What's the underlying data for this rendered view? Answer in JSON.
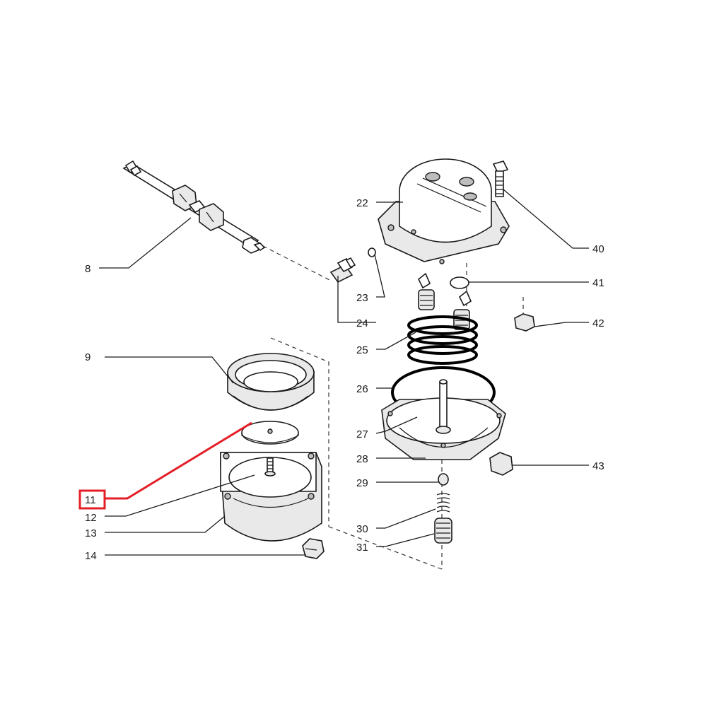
{
  "diagram": {
    "highlight_color": "#e41e26",
    "highlighted_callout": "11",
    "callouts": [
      "8",
      "9",
      "11",
      "12",
      "13",
      "14",
      "22",
      "23",
      "24",
      "25",
      "26",
      "27",
      "28",
      "29",
      "30",
      "31",
      "40",
      "41",
      "42",
      "43"
    ]
  }
}
